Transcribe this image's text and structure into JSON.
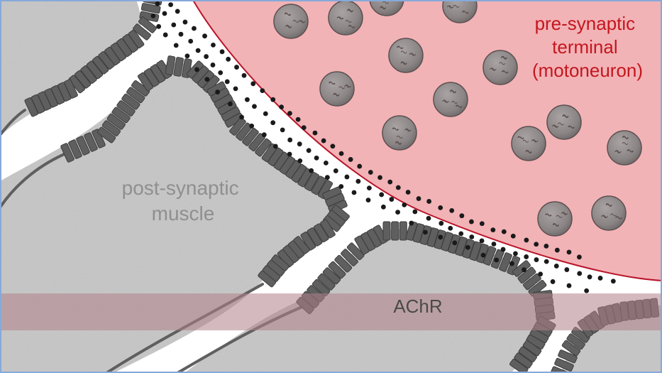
{
  "labels": {
    "presynaptic": [
      "pre-synaptic",
      "terminal",
      "(motoneuron)"
    ],
    "postsynaptic": [
      "post-synaptic",
      "muscle"
    ],
    "band": "AChR"
  },
  "colors": {
    "presynaptic_fill": "#f2b3b6",
    "presynaptic_stroke": "#b9142a",
    "presynaptic_text": "#c4161f",
    "muscle_fill": "#c6c6c6",
    "muscle_text": "#8f8f8f",
    "receptor": "#5f5f5f",
    "vesicle": "#8e8a8a",
    "dots": "#1a1a1a",
    "band": "#b08289",
    "frame": "#86a9d9"
  }
}
